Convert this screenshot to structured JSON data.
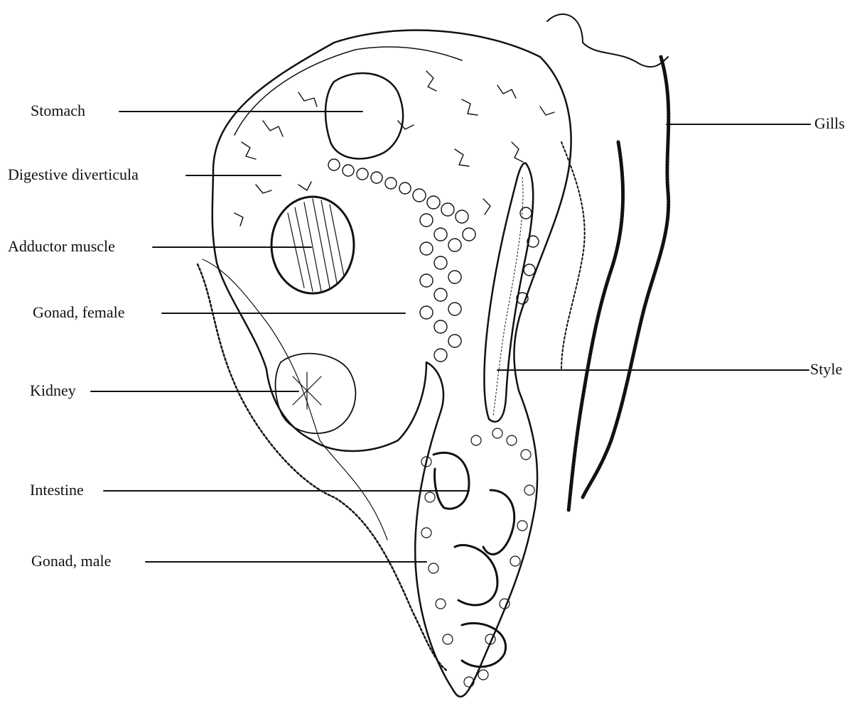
{
  "labels": {
    "stomach": "Stomach",
    "digestive_diverticula": "Digestive diverticula",
    "adductor_muscle": "Adductor muscle",
    "gonad_female": "Gonad, female",
    "kidney": "Kidney",
    "intestine": "Intestine",
    "gonad_male": "Gonad, male",
    "gills": "Gills",
    "style": "Style"
  },
  "colors": {
    "ink": "#111111",
    "background": "#ffffff"
  }
}
